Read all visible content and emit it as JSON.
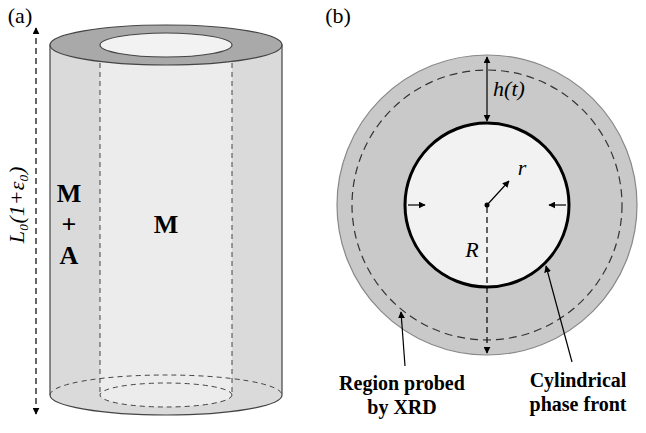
{
  "diagram": {
    "labels": [
      "(a)",
      "(b)",
      "L₀(1+ε₀)",
      "M + A",
      "M",
      "h(t)",
      "r",
      "R",
      "Region probed by XRD",
      "Cylindrical phase front"
    ]
  }
}
